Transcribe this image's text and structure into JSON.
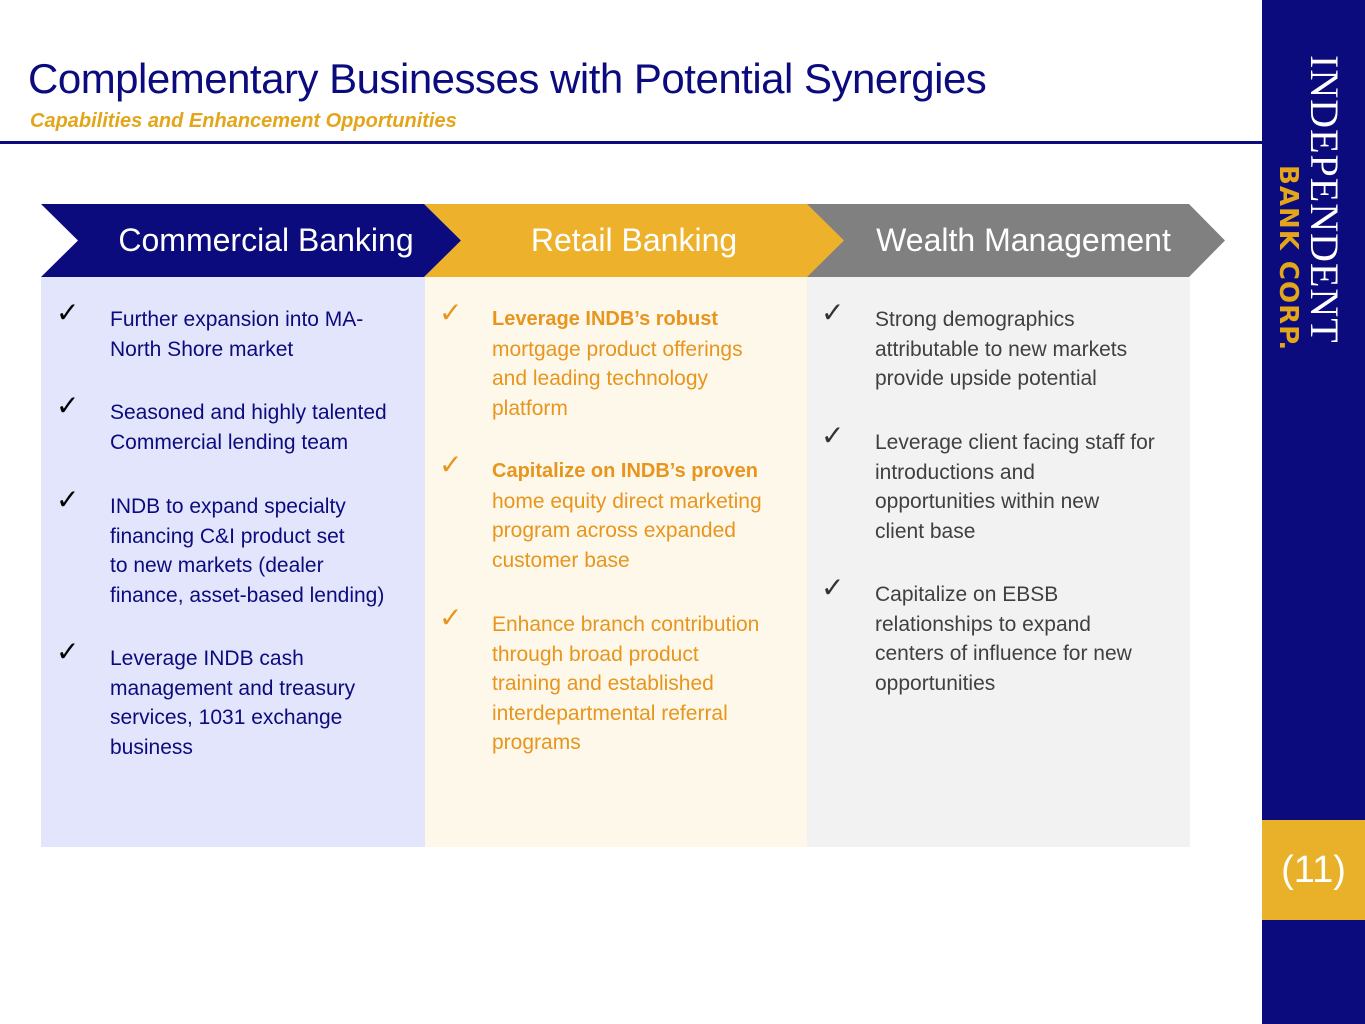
{
  "header": {
    "title": "Complementary Businesses with Potential Synergies",
    "subtitle": "Capabilities and Enhancement Opportunities"
  },
  "sidebar": {
    "logo_top": "INDEPENDENT",
    "logo_bottom": "BANK CORP.",
    "page_number": "(11)"
  },
  "check_glyph": "✓",
  "columns": [
    {
      "title": "Commercial Banking",
      "items": [
        {
          "lines": [
            "Further expansion into MA-",
            "North Shore market"
          ]
        },
        {
          "lines": [
            "Seasoned and highly talented",
            "Commercial lending team"
          ]
        },
        {
          "lines": [
            "INDB to expand specialty",
            "financing C&I product set",
            "to new markets (dealer",
            "finance, asset-based lending)"
          ]
        },
        {
          "lines": [
            "Leverage INDB cash",
            "management and treasury",
            "services, 1031 exchange",
            "business"
          ]
        }
      ]
    },
    {
      "title": "Retail Banking",
      "items": [
        {
          "bold": "Leverage INDB’s robust",
          "lines": [
            "mortgage product offerings",
            "and leading technology",
            "platform"
          ]
        },
        {
          "bold": "Capitalize on INDB’s proven",
          "lines": [
            "home equity direct marketing",
            "program across expanded",
            "customer base"
          ]
        },
        {
          "lines": [
            "Enhance branch contribution",
            "through broad product",
            "training and established",
            "interdepartmental referral",
            "programs"
          ]
        }
      ]
    },
    {
      "title": "Wealth Management",
      "items": [
        {
          "lines": [
            "Strong demographics",
            "attributable to new markets",
            "provide upside potential"
          ]
        },
        {
          "lines": [
            "Leverage client facing staff for",
            "introductions and",
            "opportunities within new",
            "client base"
          ]
        },
        {
          "lines": [
            "Capitalize on EBSB",
            "relationships to expand",
            "centers of influence for new",
            "opportunities"
          ]
        }
      ]
    }
  ],
  "colors": {
    "navy": "#0b0b7e",
    "gold": "#edb12c",
    "gray": "#808080",
    "orange_text": "#e8951e"
  }
}
